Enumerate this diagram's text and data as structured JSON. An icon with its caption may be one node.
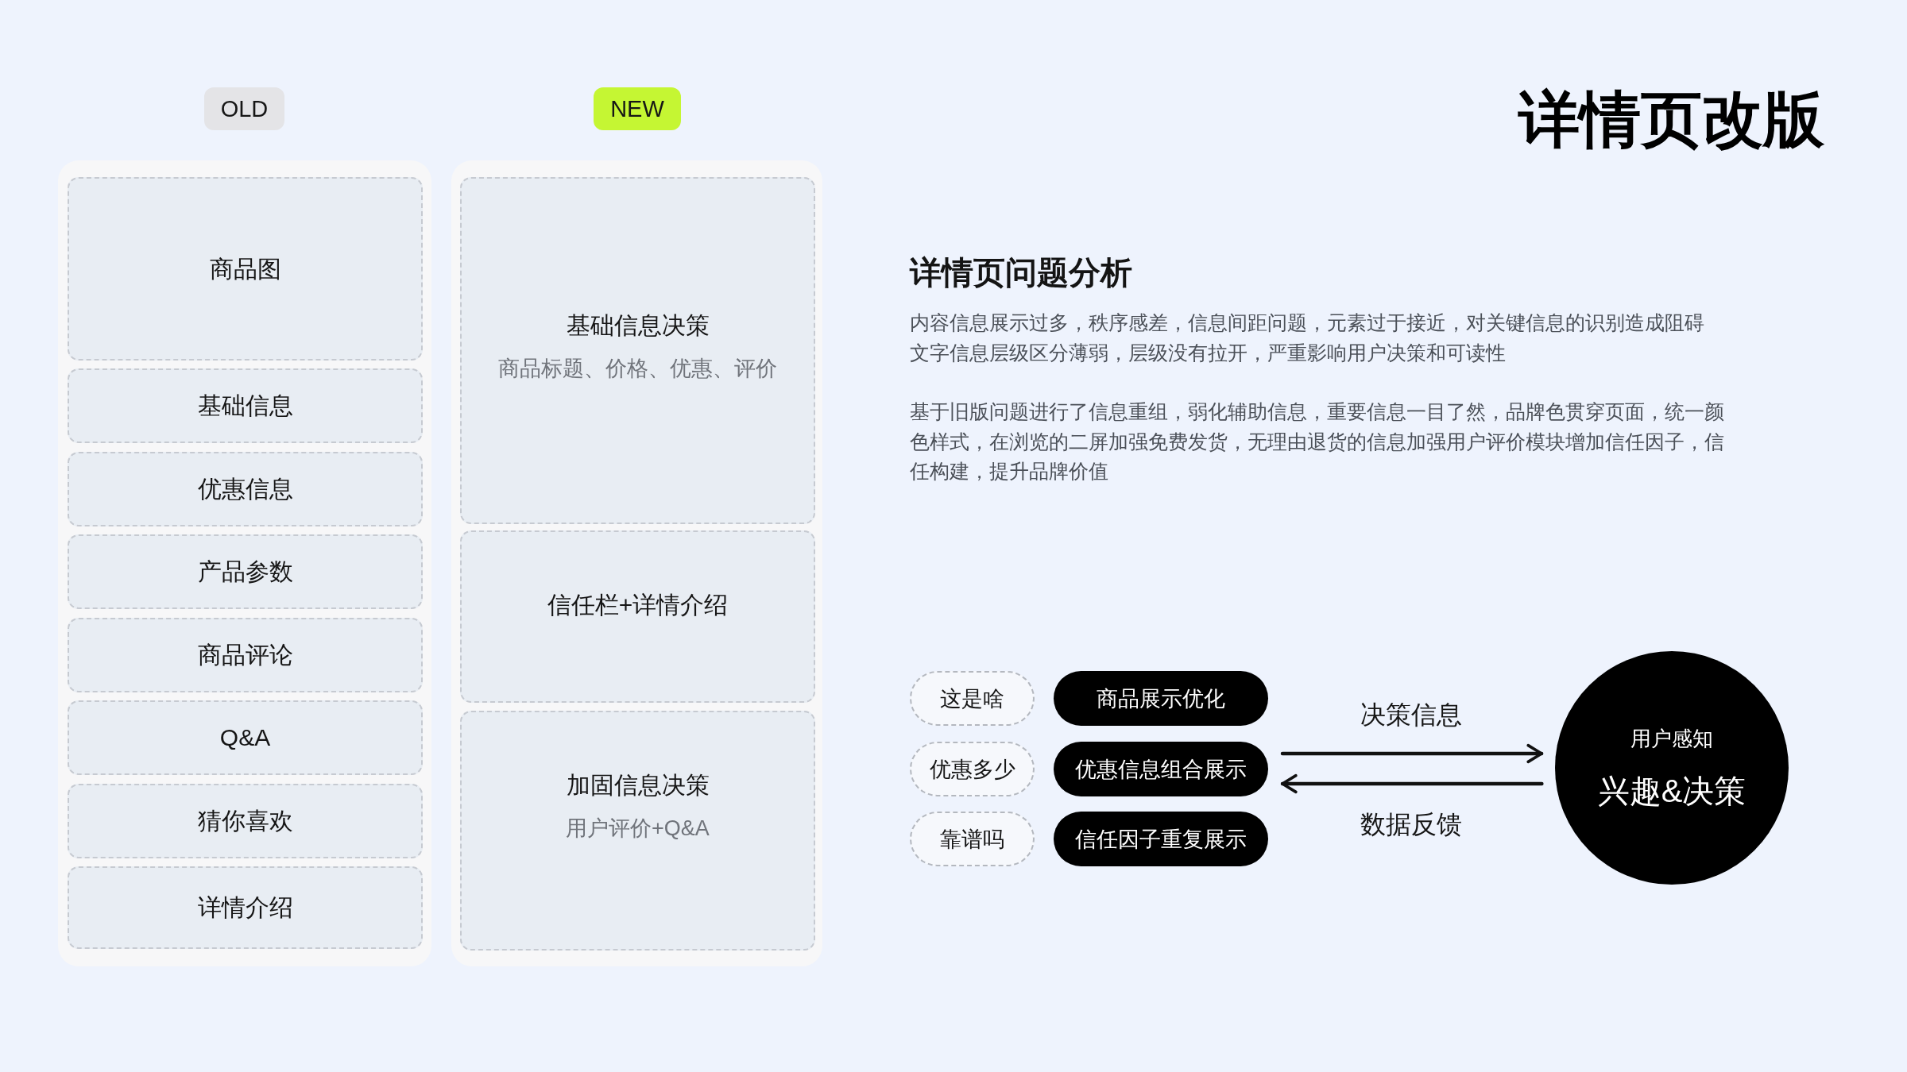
{
  "diagram": {
    "title": "详情页改版",
    "nodes": [
      {
        "text": [
          "OLD"
        ]
      },
      {
        "text": [],
        "shape": "box"
      },
      {
        "text": [
          "商品图"
        ],
        "in": 1
      },
      {
        "text": [
          "基础信息"
        ],
        "in": 1
      },
      {
        "text": [
          "优惠信息"
        ],
        "in": 1
      },
      {
        "text": [
          "产品参数"
        ],
        "in": 1
      },
      {
        "text": [
          "商品评论"
        ],
        "in": 1
      },
      {
        "text": [
          "Q&A"
        ],
        "in": 1
      },
      {
        "text": [
          "猜你喜欢"
        ],
        "in": 1
      },
      {
        "text": [
          "详情介绍"
        ],
        "in": 1
      },
      {
        "text": [
          "NEW"
        ]
      },
      {
        "text": [],
        "shape": "box"
      },
      {
        "text": [
          "基础信息决策",
          "商品标题、价格、优惠、评价"
        ],
        "in": 11
      },
      {
        "text": [
          "信任栏+详情介绍"
        ],
        "in": 11
      },
      {
        "text": [
          "加固信息决策",
          "用户评价+Q&A"
        ],
        "in": 11
      },
      {
        "text": [
          "这是啥"
        ]
      },
      {
        "text": [
          "优惠多少"
        ]
      },
      {
        "text": [
          "靠谱吗"
        ]
      },
      {
        "text": [
          "商品展示优化"
        ]
      },
      {
        "text": [
          "优惠信息组合展示"
        ]
      },
      {
        "text": [
          "信任因子重复展示"
        ]
      },
      {
        "text": [
          "用户感知",
          "兴趣&决策"
        ]
      }
    ],
    "edges": [
      {
        "from": 19,
        "to": 21,
        "arrow": "to",
        "label": "决策信息"
      },
      {
        "from": 21,
        "to": 19,
        "arrow": "to",
        "label": "数据反馈"
      }
    ],
    "labels": [
      "详情页问题分析",
      "内容信息展示过多，秩序感差，信息间距问题，元素过于接近，对关键信息的识别造成阻碍",
      "文字信息层级区分薄弱，层级没有拉开，严重影响用户决策和可读性",
      "基于旧版问题进行了信息重组，弱化辅助信息，重要信息一目了然，品牌色贯穿页面，统一颜色样式，在浏览的二屏加强免费发货，无理由退货的信息加强用户评价模块增加信任因子，信任构建，提升品牌价值"
    ]
  }
}
